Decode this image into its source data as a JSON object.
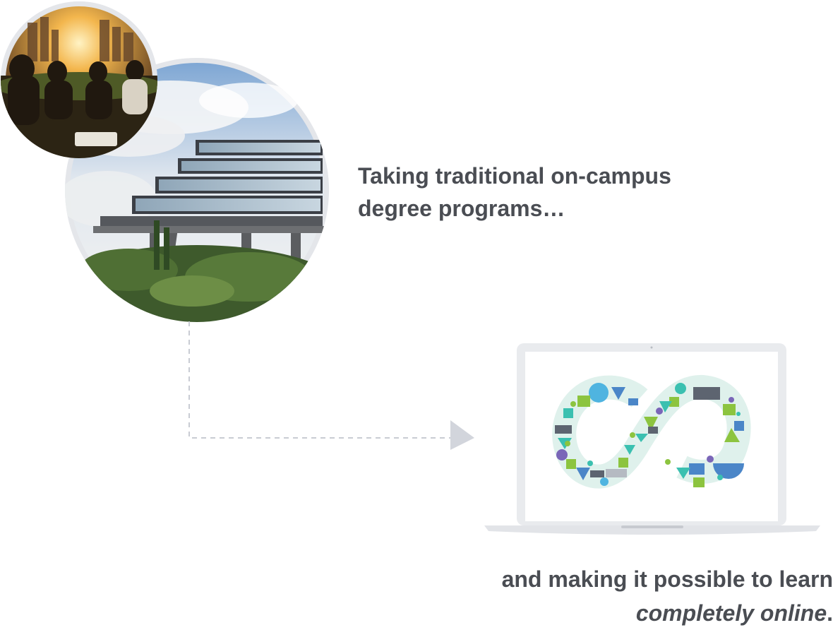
{
  "illustration": {
    "building_photo": "campus-building-photo",
    "friends_photo": "students-picnic-photo",
    "laptop_screen": "infinity-mosaic-logo"
  },
  "headline_top": {
    "line1": "Taking traditional on-campus",
    "line2": "degree programs…"
  },
  "headline_bottom": {
    "line1": "and making it possible to learn",
    "line2_emphasis": "completely online",
    "line2_suffix": "."
  },
  "colors": {
    "text": "#4a4d53",
    "connector": "#c9ccd3",
    "arrow": "#d2d5dc",
    "frame": "#e4e6ea",
    "logo_blue": "#4b86c8",
    "logo_green": "#8cc43f",
    "logo_teal": "#3bc0b0",
    "logo_gray": "#5d6470",
    "logo_purple": "#7a66b8"
  }
}
